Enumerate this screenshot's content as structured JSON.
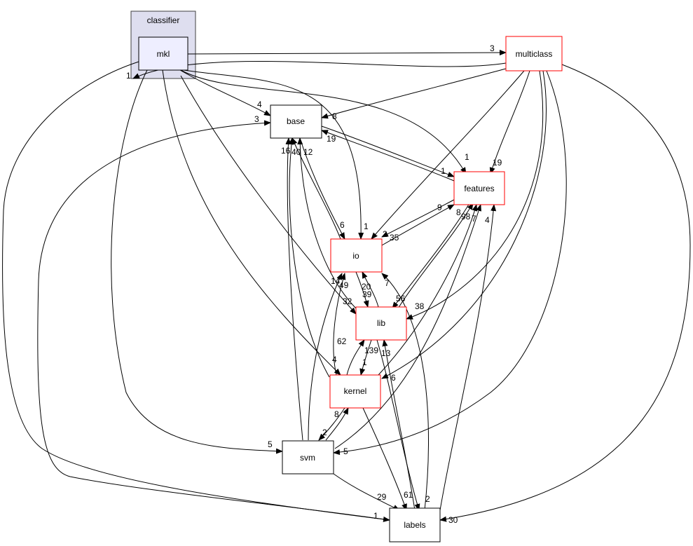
{
  "cluster": {
    "label": "classifier"
  },
  "nodes": {
    "mkl": "mkl",
    "multiclass": "multiclass",
    "base": "base",
    "features": "features",
    "io": "io",
    "lib": "lib",
    "kernel": "kernel",
    "svm": "svm",
    "labels": "labels"
  },
  "edge_labels": {
    "mkl_multiclass": "3",
    "multiclass_mkl": "1",
    "mkl_base": "4",
    "labels_base": "3",
    "multiclass_base": "8",
    "features_base": "19",
    "io_base_a": "16",
    "lib_base": "40",
    "kernel_base": "12",
    "base_features": "1",
    "mkl_features": "1",
    "multiclass_features": "19",
    "base_io": "6",
    "mkl_io": "1",
    "features_io": "2",
    "multiclass_io": "35",
    "io_features": "9",
    "lib_features": "8",
    "kernel_features": "98",
    "svm_features": "7",
    "labels_features": "4",
    "svm_io": "14",
    "kernel_io": "49",
    "lib_io": "20",
    "labels_io": "7",
    "io_lib": "39",
    "kernel_lib_a": "32",
    "features_lib": "56",
    "multiclass_lib": "38",
    "kernel_lib": "62",
    "svm_lib": "139",
    "lib_kernel": "1",
    "labels_lib": "13",
    "mkl_kernel": "4",
    "multiclass_kernel": "6",
    "kernel_svm": "8",
    "svm_kernel": "2",
    "mkl_svm": "5",
    "multiclass_svm": "5",
    "svm_labels": "29",
    "kernel_labels": "61",
    "lib_labels": "2",
    "mkl_labels": "1",
    "multiclass_labels": "30"
  }
}
